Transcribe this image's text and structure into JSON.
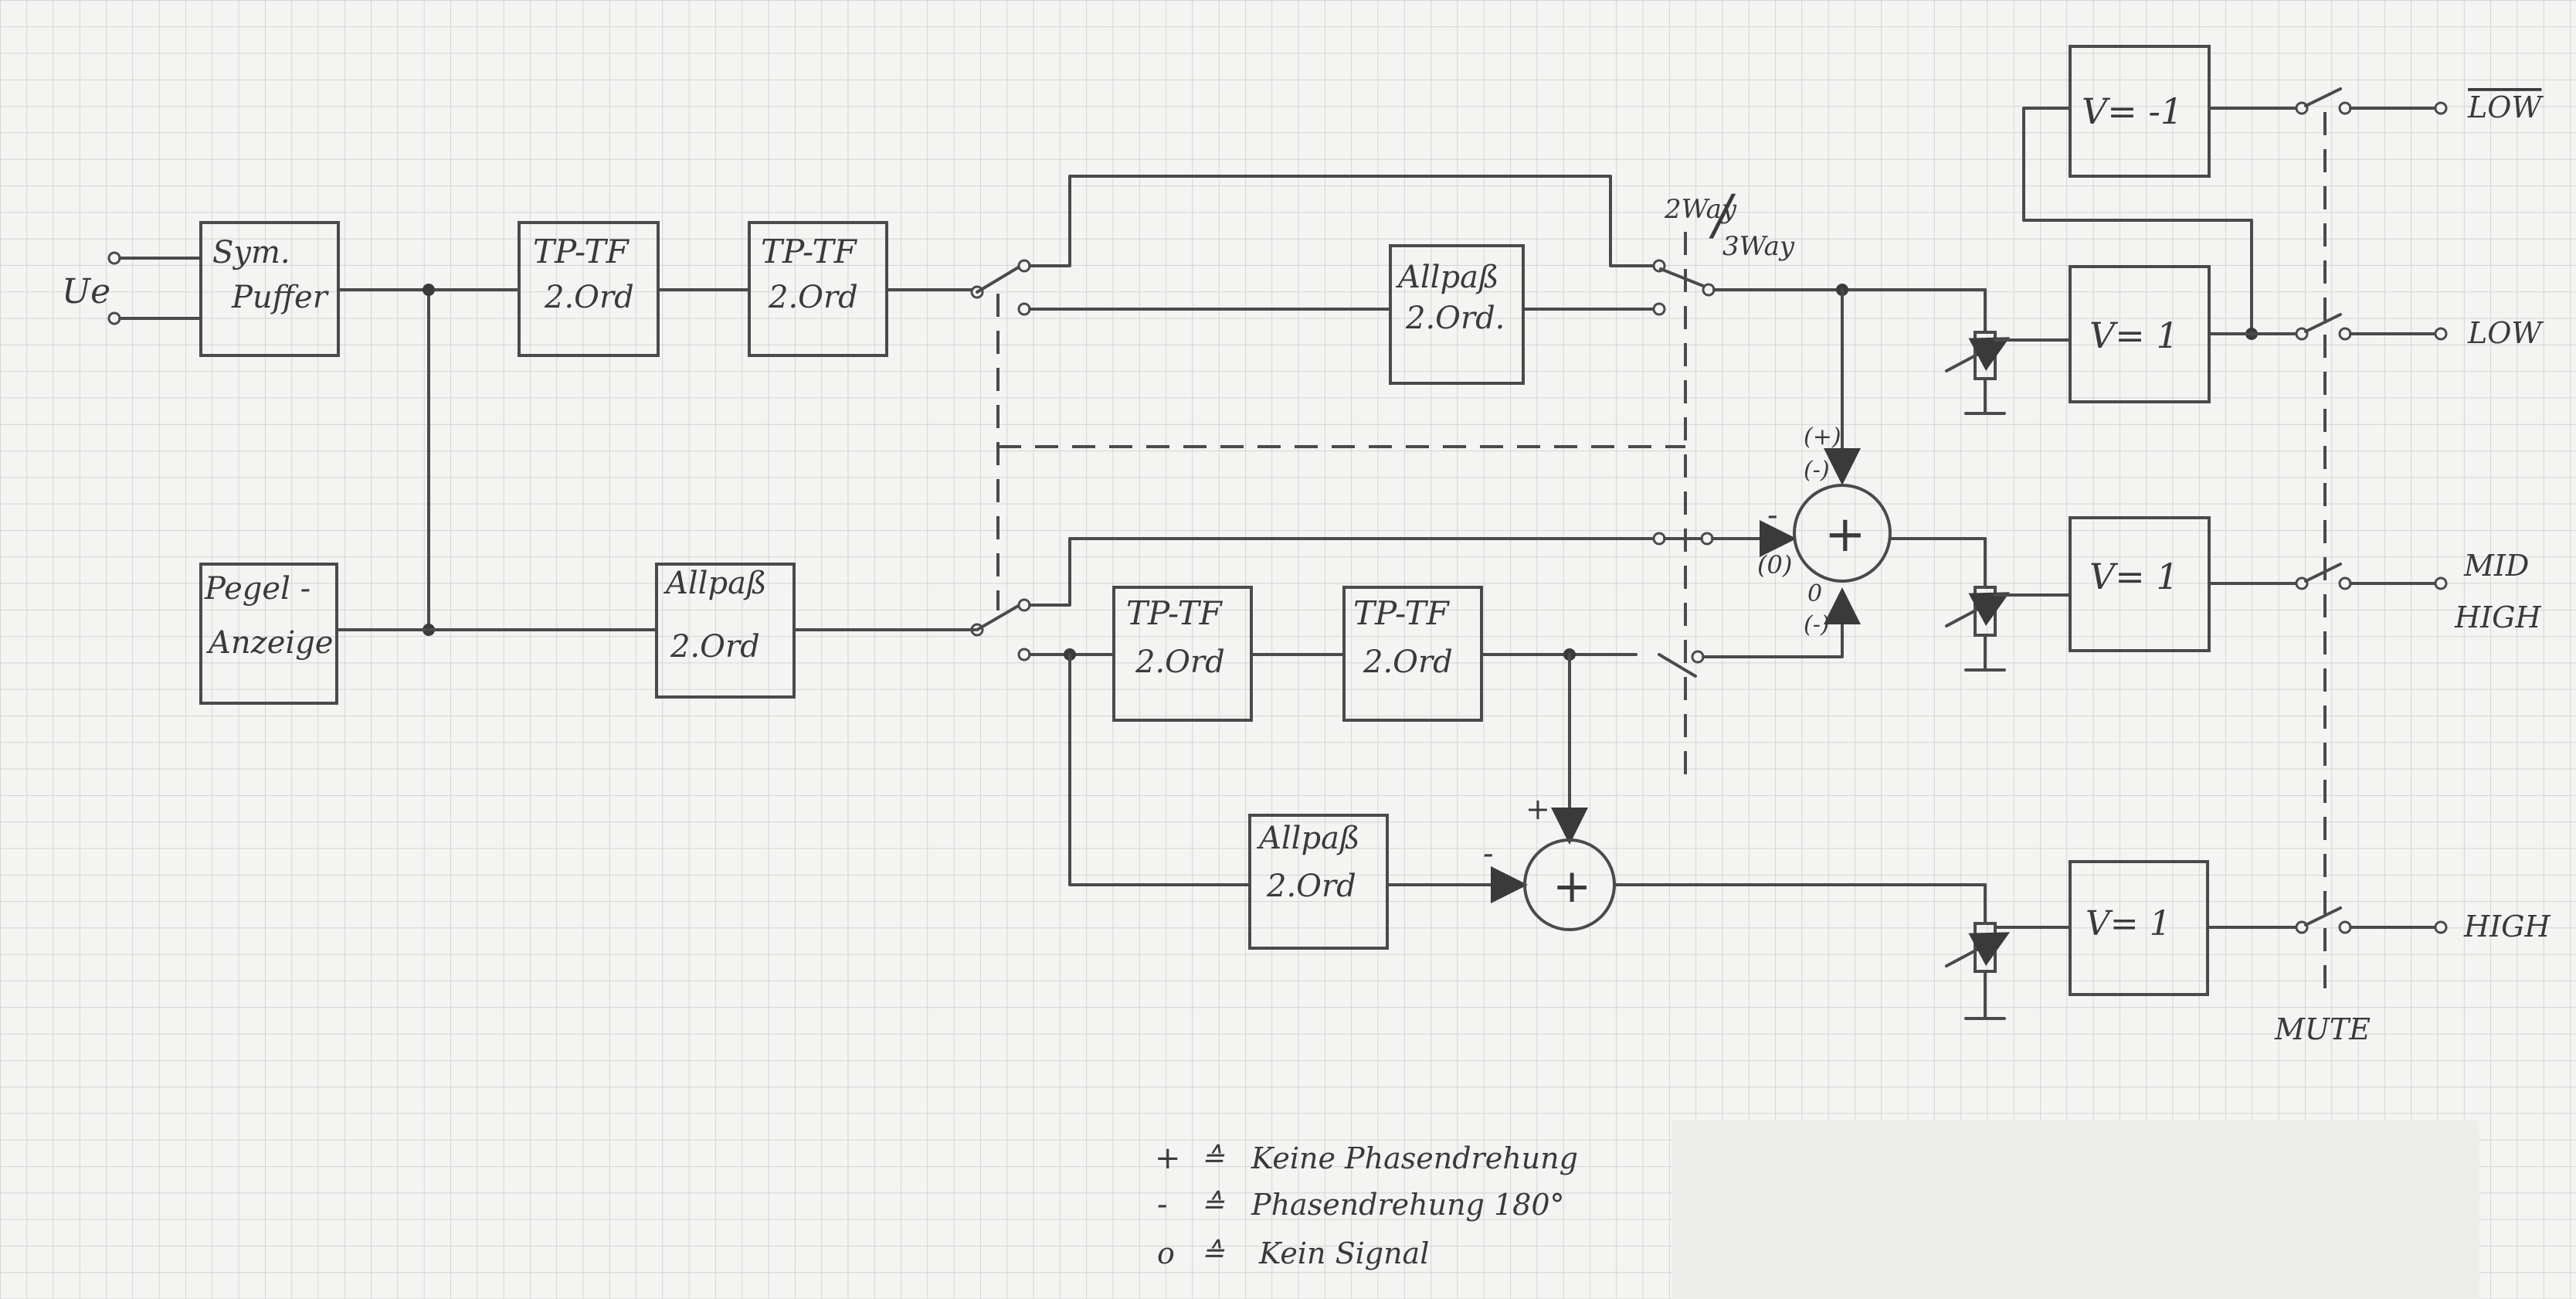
{
  "input_label": "Ue",
  "blocks": {
    "sym_buffer": [
      "Sym.",
      "Puffer"
    ],
    "level_display": [
      "Pegel -",
      "Anzeige"
    ],
    "lp1": [
      "TP-TF",
      "2.Ord"
    ],
    "lp2": [
      "TP-TF",
      "2.Ord"
    ],
    "allpass_lower": [
      "Allpaß",
      "2.Ord"
    ],
    "allpass_upper": [
      "Allpaß",
      "2.Ord."
    ],
    "lp3": [
      "TP-TF",
      "2.Ord"
    ],
    "lp4": [
      "TP-TF",
      "2.Ord"
    ],
    "allpass_bottom": [
      "Allpaß",
      "2.Ord"
    ],
    "amp_inv": "V= -1",
    "amp_low": "V= 1",
    "amp_mid": "V= 1",
    "amp_high": "V= 1"
  },
  "switch_labels": {
    "two_way": "2Way",
    "three_way": "3Way",
    "slash": "/"
  },
  "summer_labels": {
    "upper_plus": "(+)",
    "upper_minus": "(-)",
    "upper_left_minus": "-",
    "upper_left_zero": "(0)",
    "upper_bottom_zero": "0",
    "upper_bottom_minus": "(-)",
    "lower_plus": "+",
    "lower_minus": "-",
    "sum_symbol": "+"
  },
  "outputs": [
    "LOW",
    "LOW",
    "MID",
    "HIGH",
    "HIGH"
  ],
  "mute_label": "MUTE",
  "legend": [
    {
      "symbol": "+",
      "equiv": "≙",
      "text": "Keine Phasendrehung"
    },
    {
      "symbol": "-",
      "equiv": "≙",
      "text": "Phasendrehung 180°"
    },
    {
      "symbol": "o",
      "equiv": "≙",
      "text": "Kein Signal"
    }
  ]
}
